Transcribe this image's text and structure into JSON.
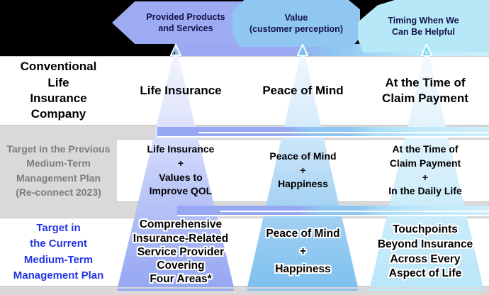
{
  "title": "Insurance company value-provision comparison diagram",
  "colors": {
    "header_background": "#000000",
    "pill1_bg": "#9dabf3",
    "pill2_bg": "#8fc7f1",
    "pill3_bg": "#b7e8f8",
    "pill_text": "#13134a",
    "triangle1": "#96a7f3",
    "triangle2": "#7fc0ef",
    "triangle3": "#b9e7f9",
    "band_gray": "#d9d9d9",
    "row1_label_color": "#000000",
    "row2_label_color": "#7d7d7d",
    "row3_label_color": "#2336e0"
  },
  "header": {
    "pills": [
      {
        "label": "Provided Products\nand Services"
      },
      {
        "label": "Value\n(customer perception)"
      },
      {
        "label": "Timing When We\nCan Be Helpful"
      }
    ]
  },
  "rows": [
    {
      "label": "Conventional\nLife\nInsurance\nCompany",
      "cells": [
        "Life Insurance",
        "Peace of Mind",
        "At the Time of\nClaim Payment"
      ]
    },
    {
      "label": "Target in the Previous\nMedium-Term\nManagement Plan\n(Re-connect 2023)",
      "cells": [
        "Life Insurance\n+\nValues to\nImprove QOL",
        "Peace of Mind\n+\nHappiness",
        "At the Time of\nClaim Payment\n+\nIn the Daily Life"
      ]
    },
    {
      "label": "Target in\nthe Current\nMedium-Term\nManagement Plan",
      "cells": [
        "Comprehensive\nInsurance-Related\nService Provider\nCovering\nFour Areas*",
        "Peace of Mind\n+\nHappiness",
        "Touchpoints\nBeyond Insurance\nAcross Every\nAspect of Life"
      ]
    }
  ]
}
